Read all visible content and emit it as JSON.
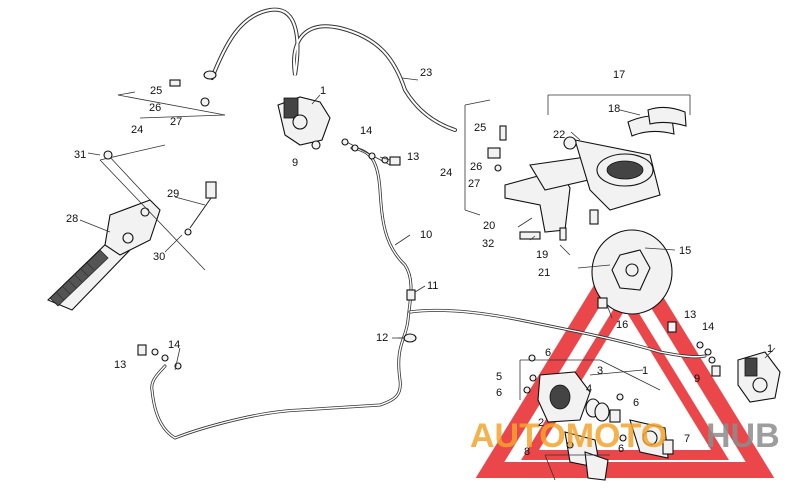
{
  "colors": {
    "watermark_red": "#e8262b",
    "watermark_orange": "#f3a32b",
    "watermark_gray": "#8c8c8c"
  },
  "watermark": {
    "text_orange": "AUTOMOTO",
    "text_gray": "HUB"
  },
  "callouts": {
    "c1a": "1",
    "c1b": "1",
    "c1c": "1",
    "c2": "2",
    "c3": "3",
    "c4": "4",
    "c5": "5",
    "c6a": "6",
    "c6b": "6",
    "c6c": "6",
    "c6d": "6",
    "c7": "7",
    "c8": "8",
    "c9a": "9",
    "c9b": "9",
    "c10": "10",
    "c11": "11",
    "c12": "12",
    "c13a": "13",
    "c13b": "13",
    "c13c": "13",
    "c14a": "14",
    "c14b": "14",
    "c14c": "14",
    "c15": "15",
    "c16": "16",
    "c17": "17",
    "c18": "18",
    "c19": "19",
    "c20": "20",
    "c21": "21",
    "c22": "22",
    "c23": "23",
    "c24a": "24",
    "c24b": "24",
    "c25a": "25",
    "c25b": "25",
    "c26a": "26",
    "c26b": "26",
    "c27a": "27",
    "c27b": "27",
    "c28": "28",
    "c29": "29",
    "c30": "30",
    "c31": "31",
    "c32": "32"
  }
}
